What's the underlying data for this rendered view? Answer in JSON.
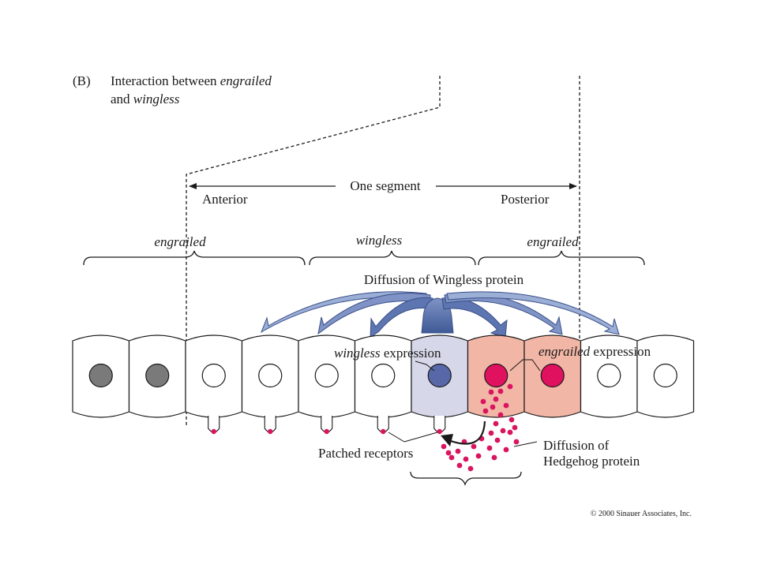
{
  "panel": {
    "letter": "(B)",
    "title_line1": "Interaction between ",
    "title_line1_italic": "engrailed",
    "title_line2": "and ",
    "title_line2_italic": "wingless"
  },
  "segment": {
    "label": "One segment",
    "anterior": "Anterior",
    "posterior": "Posterior"
  },
  "domains": [
    {
      "label": "engrailed"
    },
    {
      "label": "wingless"
    },
    {
      "label": "engrailed"
    }
  ],
  "wingless_diffusion": "Diffusion of Wingless protein",
  "cells": [
    {
      "nucleus": "gray",
      "fill": "#ffffff",
      "receptor": false
    },
    {
      "nucleus": "gray",
      "fill": "#ffffff",
      "receptor": false
    },
    {
      "nucleus": "white",
      "fill": "#ffffff",
      "receptor": true
    },
    {
      "nucleus": "white",
      "fill": "#ffffff",
      "receptor": true
    },
    {
      "nucleus": "white",
      "fill": "#ffffff",
      "receptor": true
    },
    {
      "nucleus": "white",
      "fill": "#ffffff",
      "receptor": true
    },
    {
      "nucleus": "blue",
      "fill": "#d6d8ea",
      "receptor": true
    },
    {
      "nucleus": "red",
      "fill": "#f2b6a6",
      "receptor": false
    },
    {
      "nucleus": "red",
      "fill": "#f2b6a6",
      "receptor": false
    },
    {
      "nucleus": "white",
      "fill": "#ffffff",
      "receptor": false
    },
    {
      "nucleus": "white",
      "fill": "#ffffff",
      "receptor": false
    }
  ],
  "colors": {
    "gray_nucleus": "#7a7a7a",
    "blue_nucleus": "#5867a8",
    "red_nucleus": "#e0115f",
    "wingless_cell": "#d6d8ea",
    "engrailed_cell": "#f2b6a6",
    "arrow_fill": "#4f6aa3",
    "dot": "#d9155f"
  },
  "labels": {
    "wingless_expression_italic": "wingless",
    "wingless_expression": " expression",
    "engrailed_expression_italic": "engrailed",
    "engrailed_expression": " expression",
    "patched": "Patched receptors",
    "hedgehog_line1": "Diffusion of",
    "hedgehog_line2": "Hedgehog protein"
  },
  "copyright": "© 2000 Sinauer Associates, Inc."
}
